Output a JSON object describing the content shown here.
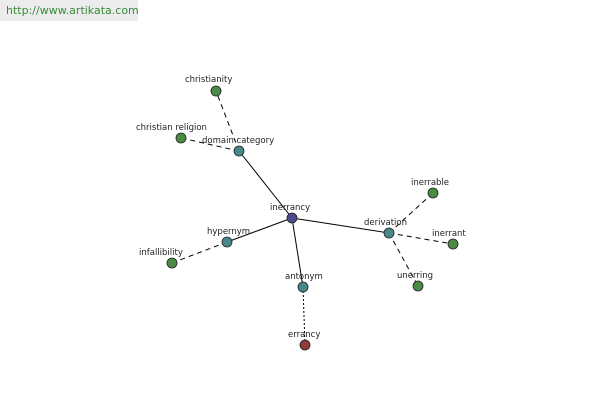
{
  "banner": {
    "url": "http://www.artikata.com"
  },
  "colors": {
    "root": "#4a4a8c",
    "relation": "#4a8888",
    "leaf": "#4a8a44",
    "antonym_leaf": "#8c3a3a",
    "edge": "#000000"
  },
  "nodes": {
    "inerrancy": {
      "label": "inerrancy",
      "kind": "root"
    },
    "domain": {
      "label": "domain category",
      "kind": "relation"
    },
    "hypernym": {
      "label": "hypernym",
      "kind": "relation"
    },
    "antonym": {
      "label": "antonym",
      "kind": "relation"
    },
    "derivation": {
      "label": "derivation",
      "kind": "relation"
    },
    "christianity": {
      "label": "christianity",
      "kind": "leaf"
    },
    "religion": {
      "label": "christian religion",
      "kind": "leaf"
    },
    "infallibility": {
      "label": "infallibility",
      "kind": "leaf"
    },
    "errancy": {
      "label": "errancy",
      "kind": "antonym_leaf"
    },
    "inerrable": {
      "label": "inerrable",
      "kind": "leaf"
    },
    "inerrant": {
      "label": "inerrant",
      "kind": "leaf"
    },
    "unerring": {
      "label": "unerring",
      "kind": "leaf"
    }
  },
  "edges": [
    {
      "from": "inerrancy",
      "to": "domain",
      "style": "solid"
    },
    {
      "from": "inerrancy",
      "to": "hypernym",
      "style": "solid"
    },
    {
      "from": "inerrancy",
      "to": "antonym",
      "style": "solid"
    },
    {
      "from": "inerrancy",
      "to": "derivation",
      "style": "solid"
    },
    {
      "from": "domain",
      "to": "christianity",
      "style": "dashed"
    },
    {
      "from": "domain",
      "to": "religion",
      "style": "dashed"
    },
    {
      "from": "hypernym",
      "to": "infallibility",
      "style": "dashed"
    },
    {
      "from": "antonym",
      "to": "errancy",
      "style": "dotted"
    },
    {
      "from": "derivation",
      "to": "inerrable",
      "style": "dashed"
    },
    {
      "from": "derivation",
      "to": "inerrant",
      "style": "dashed"
    },
    {
      "from": "derivation",
      "to": "unerring",
      "style": "dashed"
    }
  ]
}
